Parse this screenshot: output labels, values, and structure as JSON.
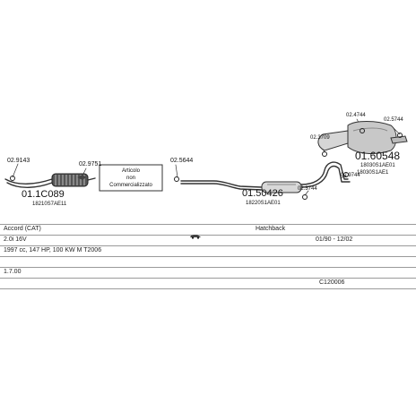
{
  "diagram": {
    "parts": {
      "p_029143": "02.9143",
      "p_main_front": "01.1C089",
      "p_main_front_ref": "18210S7AE11",
      "p_029751": "02.9751",
      "box_line1": "Articolo",
      "box_line2": "non",
      "box_line3": "Commercializzato",
      "p_025644": "02.5644",
      "p_main_center": "01.50426",
      "p_main_center_ref": "18220S1AE01",
      "p_023744_center": "02.3744",
      "p_029744_right": "02.9744",
      "p_023709": "02.3709",
      "p_024744_top": "02.4744",
      "p_025744_right": "02.5744",
      "p_main_rear": "01.60548",
      "p_main_rear_ref1": "18030S1AE01",
      "p_main_rear_ref2": "18030S1AE1"
    }
  },
  "info": {
    "model": "Accord  (CAT)",
    "body_type": "Hatchback",
    "engine": "2.0i 16V",
    "years": "01/90 - 12/02",
    "specs": "1997 cc, 147 HP, 100 KW M T2006",
    "extra": "1.7.00",
    "code": "C120006"
  }
}
